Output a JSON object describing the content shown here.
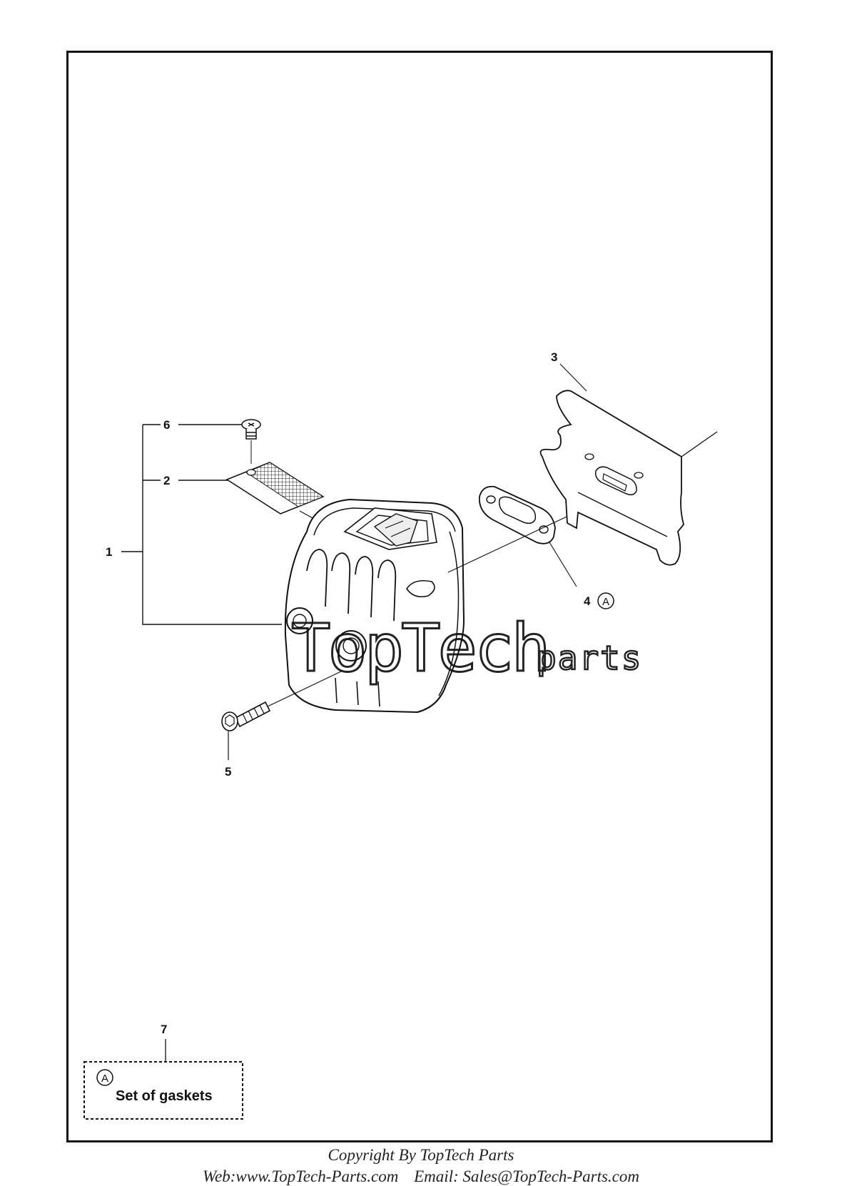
{
  "callouts": {
    "c1": "1",
    "c2": "2",
    "c3": "3",
    "c4": "4",
    "c5": "5",
    "c6": "6",
    "c7": "7"
  },
  "gasket_marker": "A",
  "legend": {
    "marker": "A",
    "text": "Set of gaskets"
  },
  "watermark": {
    "brand": "TopTech",
    "suffix": "parts"
  },
  "footer": {
    "copyright": "Copyright By TopTech Parts",
    "web": "Web:www.TopTech-Parts.com",
    "email": "Email: Sales@TopTech-Parts.com"
  }
}
